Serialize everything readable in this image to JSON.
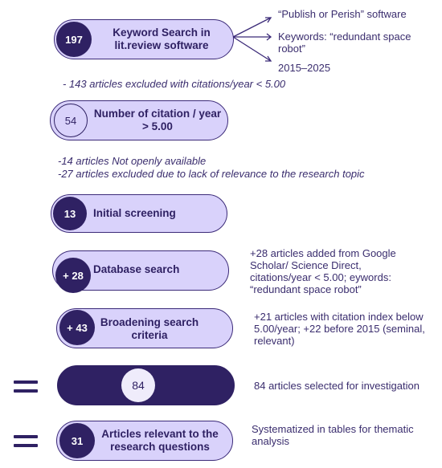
{
  "steps": [
    {
      "count": "197",
      "label": "Keyword Search in lit.review software"
    },
    {
      "count": "54",
      "label": "Number of citation / year > 5.00"
    },
    {
      "count": "13",
      "label": "Initial screening"
    },
    {
      "count": "+ 28",
      "label": "Database search"
    },
    {
      "count": "+ 43",
      "label": "Broadening search criteria"
    },
    {
      "count": "84",
      "label": ""
    },
    {
      "count": "31",
      "label": "Articles relevant to the research questions"
    }
  ],
  "search_params": [
    "“Publish or Perish” software",
    "Keywords: “redundant space robot”",
    "2015–2025"
  ],
  "exclusions": {
    "citations": "- 143 articles excluded with citations/year < 5.00",
    "not_available": "-14 articles Not openly available",
    "relevance": "-27 articles excluded due to lack of relevance to the research topic"
  },
  "side_notes": {
    "database": "+28 articles added from Google Scholar/ Science Direct, citations/year < 5.00; eywords: “redundant space robot”",
    "broadening": "+21 articles with citation index below 5.00/year; +22 before 2015 (seminal, relevant)",
    "selected": "84 articles selected for investigation",
    "systematized": "Systematized in tables for thematic analysis"
  },
  "colors": {
    "pill_fill": "#d9d2fb",
    "dark": "#2f2163",
    "text": "#3a2d6e"
  }
}
